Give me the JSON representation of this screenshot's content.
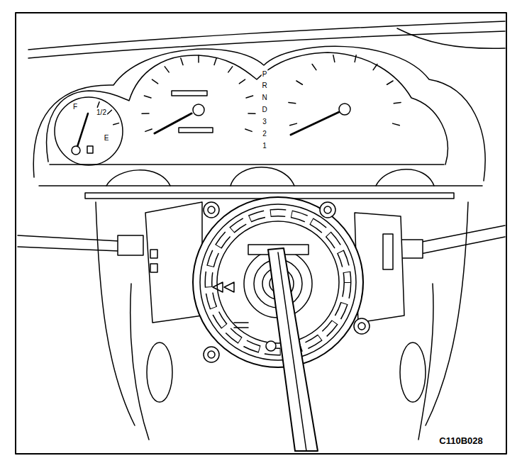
{
  "diagram": {
    "labels": [
      "F",
      "1/2",
      "E",
      "P",
      "R",
      "N",
      "D",
      "3",
      "2",
      "1",
      "C110B028"
    ]
  }
}
